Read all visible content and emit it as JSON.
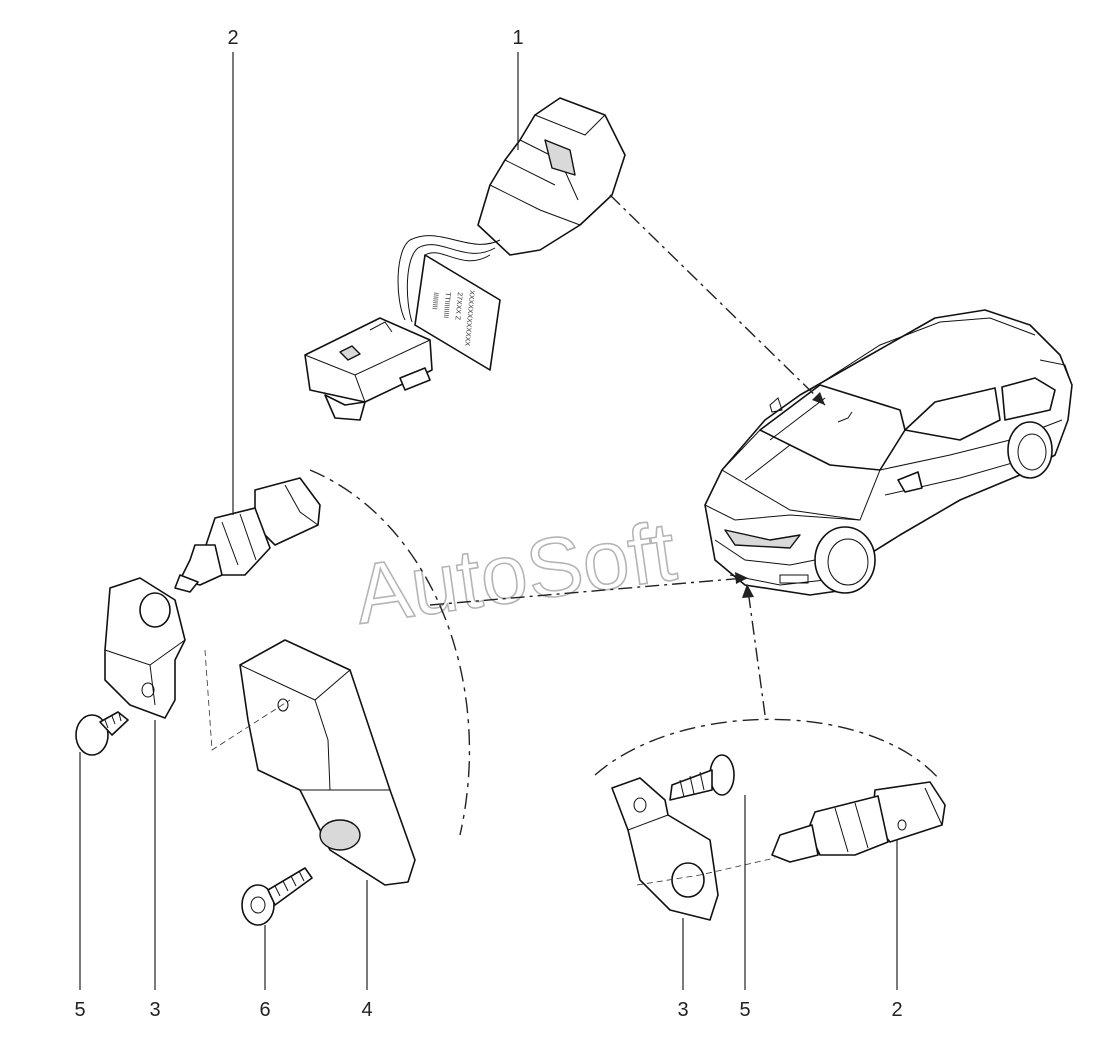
{
  "watermark": {
    "text": "AutoSoft",
    "color": "#b5b5b5"
  },
  "callouts": [
    {
      "id": "c1",
      "text": "1"
    },
    {
      "id": "c2a",
      "text": "2"
    },
    {
      "id": "c2b",
      "text": "2"
    },
    {
      "id": "c3a",
      "text": "3"
    },
    {
      "id": "c3b",
      "text": "3"
    },
    {
      "id": "c4",
      "text": "4"
    },
    {
      "id": "c5a",
      "text": "5"
    },
    {
      "id": "c5b",
      "text": "5"
    },
    {
      "id": "c6",
      "text": "6"
    }
  ]
}
